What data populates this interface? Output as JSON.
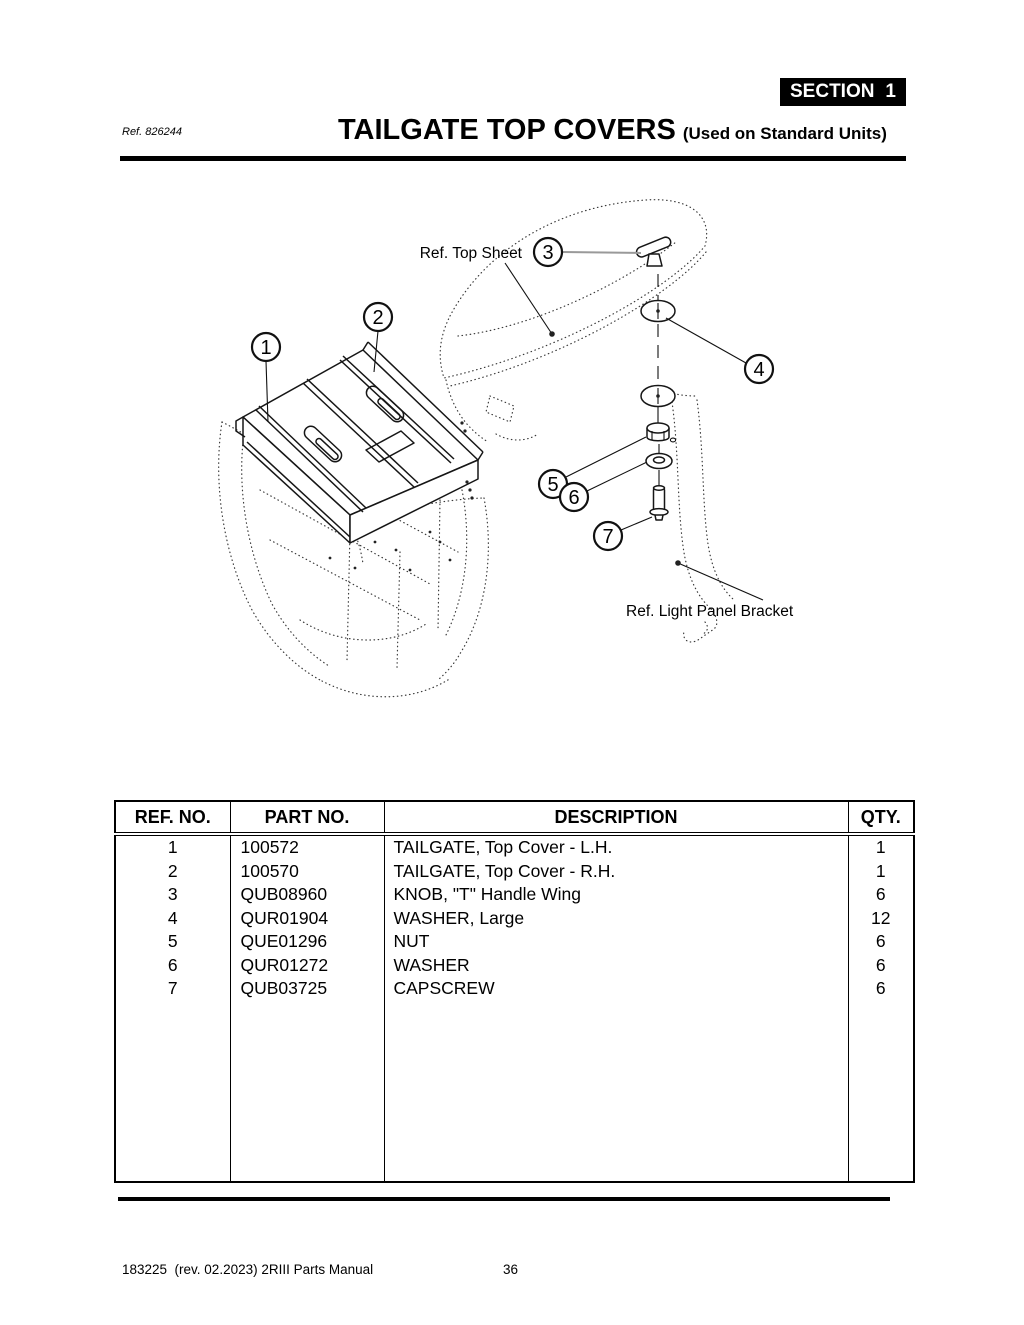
{
  "page": {
    "ref_label": "Ref. 826244",
    "title": "TAILGATE TOP COVERS",
    "subtitle": "(Used on Standard Units)",
    "section_label": "SECTION",
    "section_number": "1",
    "footer_left": "183225  (rev. 02.2023) 2RIII Parts Manual",
    "footer_page": "36"
  },
  "diagram": {
    "labels": {
      "top_sheet": "Ref. Top Sheet",
      "light_panel_bracket": "Ref. Light Panel Bracket"
    },
    "callouts": [
      "1",
      "2",
      "3",
      "4",
      "5",
      "6",
      "7"
    ]
  },
  "table": {
    "headers": [
      "REF. NO.",
      "PART NO.",
      "DESCRIPTION",
      "QTY."
    ],
    "rows": [
      {
        "ref": "1",
        "part": "100572",
        "desc": "TAILGATE, Top Cover - L.H.",
        "qty": "1"
      },
      {
        "ref": "2",
        "part": "100570",
        "desc": "TAILGATE, Top Cover - R.H.",
        "qty": "1"
      },
      {
        "ref": "3",
        "part": "QUB08960",
        "desc": "KNOB, \"T\" Handle Wing",
        "qty": "6"
      },
      {
        "ref": "4",
        "part": "QUR01904",
        "desc": "WASHER, Large",
        "qty": "12"
      },
      {
        "ref": "5",
        "part": "QUE01296",
        "desc": "NUT",
        "qty": "6"
      },
      {
        "ref": "6",
        "part": "QUR01272",
        "desc": "WASHER",
        "qty": "6"
      },
      {
        "ref": "7",
        "part": "QUB03725",
        "desc": "CAPSCREW",
        "qty": "6"
      }
    ]
  }
}
